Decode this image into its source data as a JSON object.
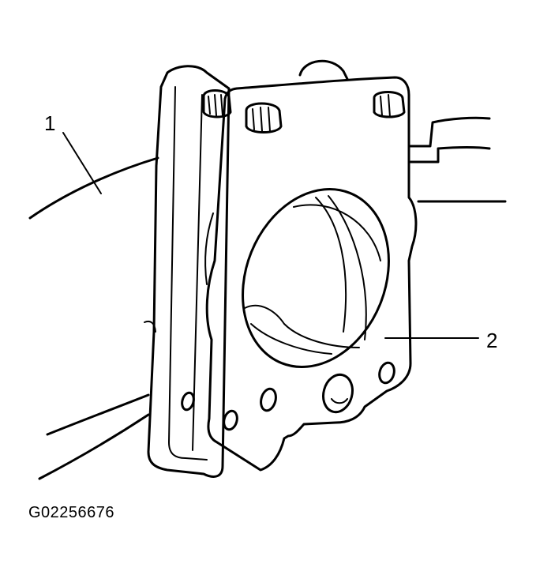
{
  "callouts": [
    {
      "label": "1"
    },
    {
      "label": "2"
    }
  ],
  "figure_id": "G02256676",
  "ink_color": "#000000"
}
